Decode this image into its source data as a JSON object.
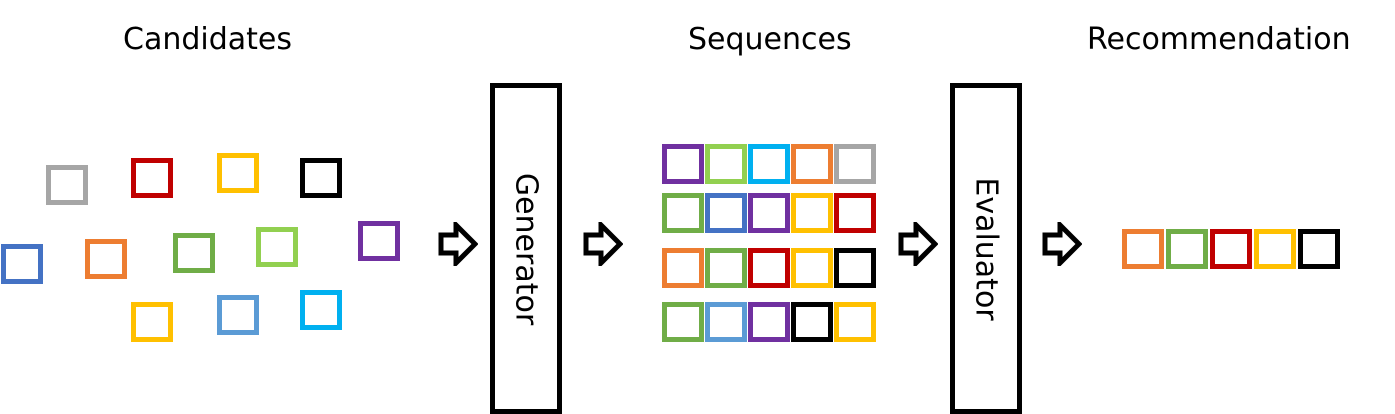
{
  "titles": {
    "candidates": "Candidates",
    "sequences": "Sequences",
    "recommendation": "Recommendation"
  },
  "stages": {
    "generator": "Generator",
    "evaluator": "Evaluator"
  },
  "colors": {
    "gray": "#a6a6a6",
    "red": "#c00000",
    "yellow": "#ffc000",
    "black": "#000000",
    "blue": "#4472c4",
    "orange": "#ed7d31",
    "green": "#70ad47",
    "light_green": "#92d050",
    "purple": "#7030a0",
    "light_blue": "#5b9bd5",
    "cyan": "#00b0f0"
  },
  "candidates": [
    "gray",
    "red",
    "yellow",
    "black",
    "blue",
    "orange",
    "green",
    "light_green",
    "purple",
    "yellow",
    "light_blue",
    "cyan"
  ],
  "sequences": [
    [
      "purple",
      "light_green",
      "cyan",
      "orange",
      "gray"
    ],
    [
      "green",
      "blue",
      "purple",
      "yellow",
      "red"
    ],
    [
      "orange",
      "green",
      "red",
      "yellow",
      "black"
    ],
    [
      "green",
      "light_blue",
      "purple",
      "black",
      "yellow"
    ]
  ],
  "recommendation": [
    "orange",
    "green",
    "red",
    "yellow",
    "black"
  ]
}
